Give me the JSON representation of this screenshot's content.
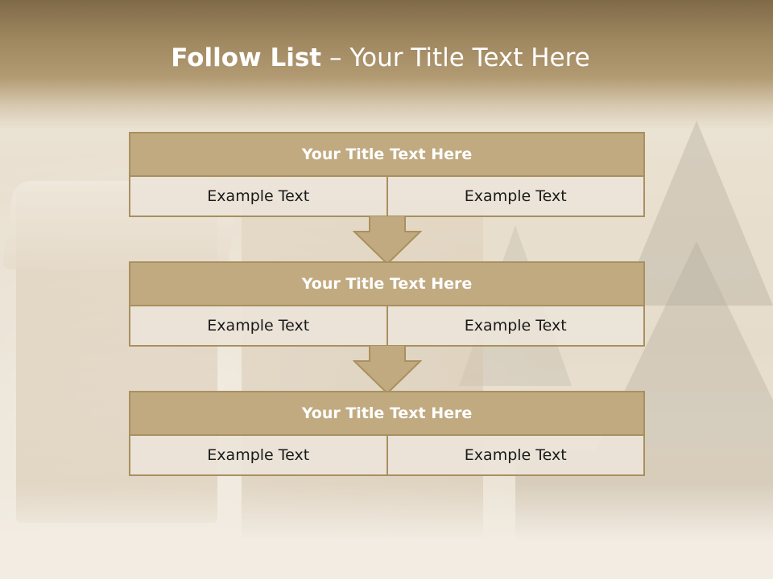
{
  "slide": {
    "title_bold": "Follow List",
    "title_rest": " – Your Title Text Here"
  },
  "blocks": [
    {
      "title": "Your Title Text Here",
      "left_text": "Example Text",
      "right_text": "Example Text"
    },
    {
      "title": "Your Title Text Here",
      "left_text": "Example Text",
      "right_text": "Example Text"
    },
    {
      "title": "Your Title Text Here",
      "left_text": "Example Text",
      "right_text": "Example Text"
    }
  ],
  "colors": {
    "header_band": "#9e865f",
    "box_title": "#c1aa80",
    "box_border": "#a8905f",
    "cell_bg": "#ebe4d9",
    "arrow_fill": "#c1aa80"
  },
  "background_image": "gingerbread-house-snow-scene"
}
